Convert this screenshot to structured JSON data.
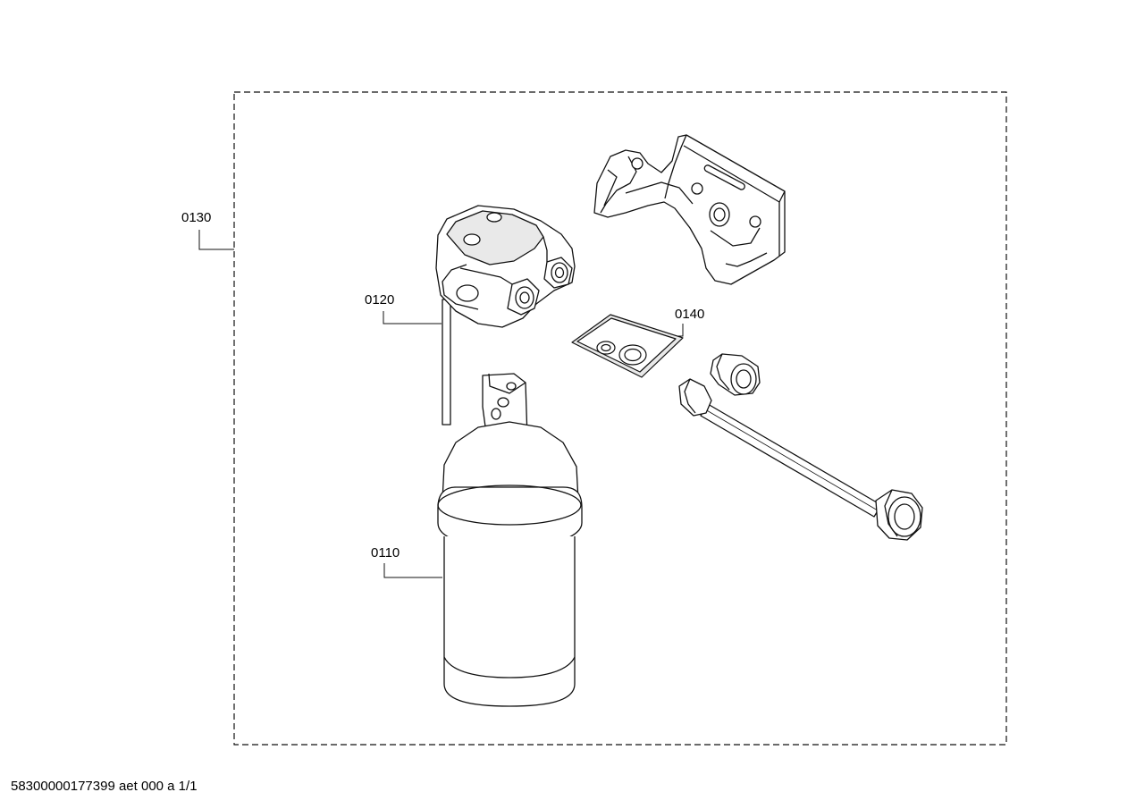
{
  "diagram": {
    "labels": {
      "cartridge": "0110",
      "filter_head": "0120",
      "assembly": "0130",
      "seal_pack": "0140"
    }
  },
  "footer": {
    "document_id": "58300000177399 aet 000 a 1/1"
  },
  "colors": {
    "line": "#111111",
    "part_fill": "#ffffff",
    "shade": "#e9e9e9"
  }
}
